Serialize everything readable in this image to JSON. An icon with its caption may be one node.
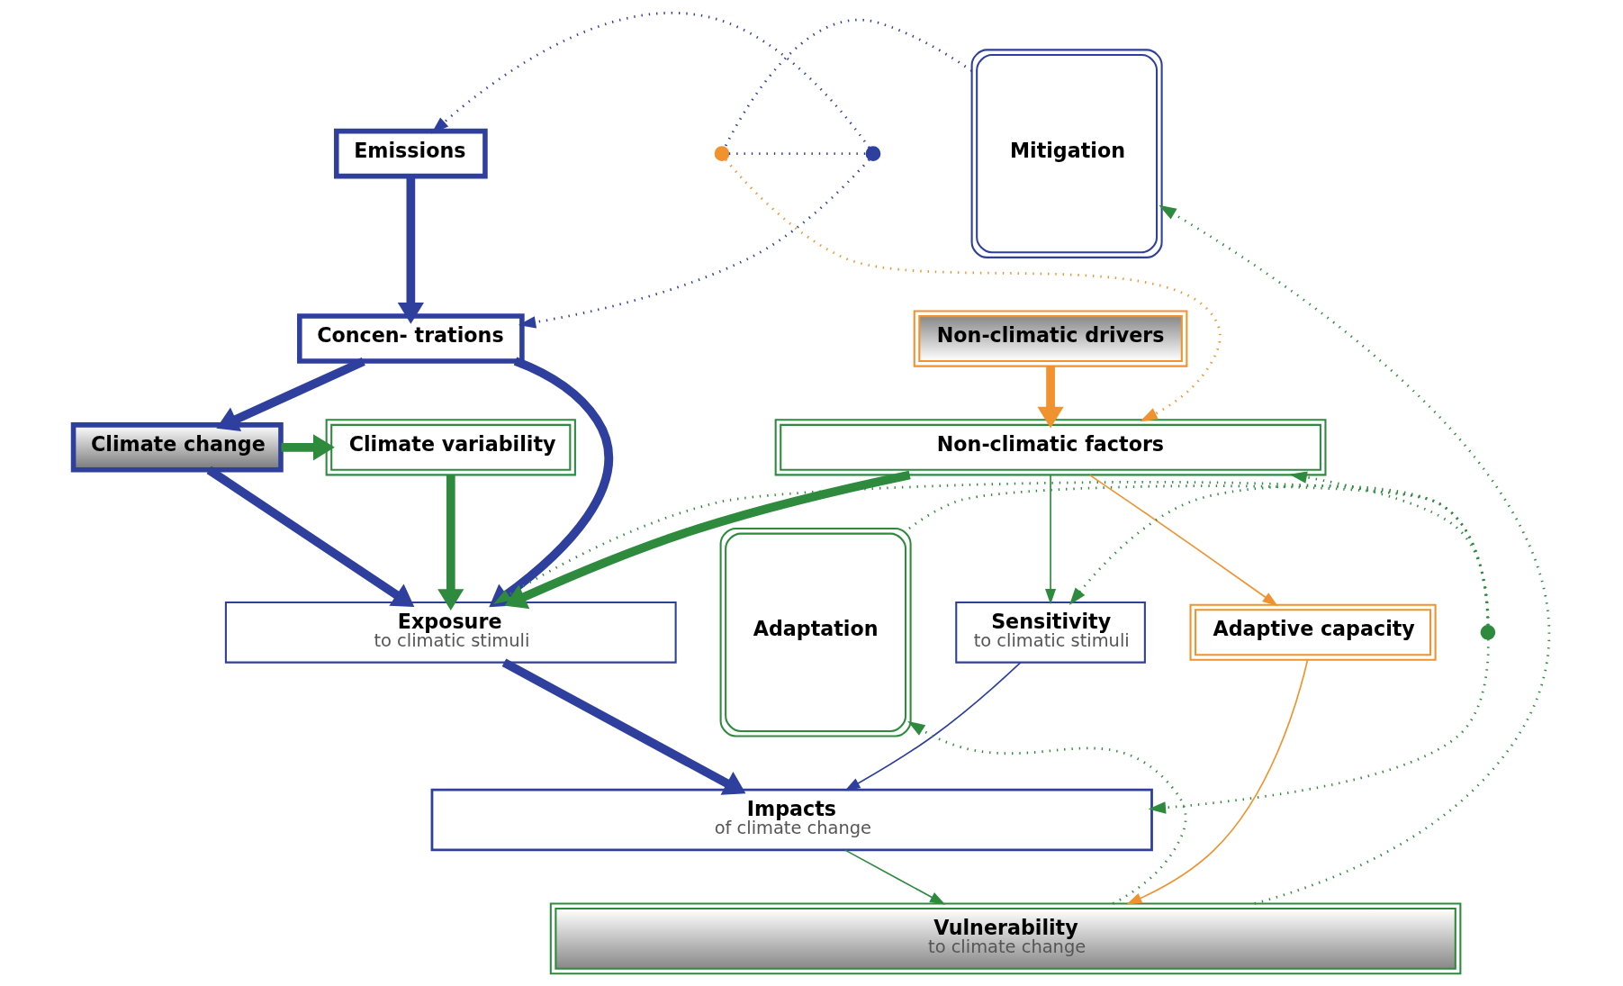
{
  "diagram": {
    "nodes": [
      {
        "text": [
          "Emissions"
        ]
      },
      {
        "text": [
          "Concen- trations"
        ]
      },
      {
        "text": [
          "Climate change"
        ]
      },
      {
        "text": [
          "Climate variability"
        ]
      },
      {
        "text": [
          "Non-climatic drivers"
        ]
      },
      {
        "text": [
          "Non-climatic factors"
        ]
      },
      {
        "text": [
          "Exposure",
          "to climatic stimuli"
        ]
      },
      {
        "text": [
          "Sensitivity",
          "to climatic stimuli"
        ]
      },
      {
        "text": [
          "Adaptive capacity"
        ]
      },
      {
        "text": [
          "Impacts",
          "of climate change"
        ]
      },
      {
        "text": [
          "Vulnerability",
          "to climate change"
        ]
      },
      {
        "text": [
          "Mitigation"
        ]
      },
      {
        "text": [
          "Adaptation"
        ]
      },
      {
        "text": [],
        "shape": "circle"
      },
      {
        "text": [],
        "shape": "circle"
      },
      {
        "text": [],
        "shape": "circle"
      }
    ],
    "edges": [
      {
        "from": 0,
        "to": 1,
        "arrow": "to",
        "style": "thick",
        "color": "#2e3f9e"
      },
      {
        "from": 1,
        "to": 2,
        "arrow": "to",
        "style": "thick",
        "color": "#2e3f9e"
      },
      {
        "from": 1,
        "to": 6,
        "arrow": "to",
        "style": "thick",
        "color": "#2e3f9e"
      },
      {
        "from": 2,
        "to": 3,
        "arrow": "to",
        "style": "thick"
      },
      {
        "from": 2,
        "to": 6,
        "arrow": "to",
        "style": "thick",
        "color": "#2e3f9e"
      },
      {
        "from": 3,
        "to": 6,
        "arrow": "to",
        "style": "thick"
      },
      {
        "from": 5,
        "to": 6,
        "arrow": "to",
        "style": "thick"
      },
      {
        "from": 4,
        "to": 5,
        "arrow": "to",
        "style": "thick",
        "color": "#f0922e"
      },
      {
        "from": 5,
        "to": 7,
        "arrow": "to"
      },
      {
        "from": 5,
        "to": 8,
        "arrow": "to",
        "color": "#f0922e"
      },
      {
        "from": 6,
        "to": 9,
        "arrow": "to",
        "style": "thick",
        "color": "#2e3f9e"
      },
      {
        "from": 7,
        "to": 9,
        "arrow": "to",
        "color": "#2e3f9e"
      },
      {
        "from": 9,
        "to": 10,
        "arrow": "to"
      },
      {
        "from": 8,
        "to": 10,
        "arrow": "to",
        "color": "#f0922e"
      },
      {
        "from": 11,
        "to": 14,
        "arrow": "none",
        "style": "dashed",
        "color": "#2e3f9e"
      },
      {
        "from": 14,
        "to": 13,
        "arrow": "none",
        "style": "dashed",
        "color": "#2e3f9e"
      },
      {
        "from": 13,
        "to": 0,
        "arrow": "to",
        "style": "dashed",
        "color": "#2e3f9e"
      },
      {
        "from": 13,
        "to": 1,
        "arrow": "to",
        "style": "dashed",
        "color": "#2e3f9e"
      },
      {
        "from": 14,
        "to": 5,
        "arrow": "to",
        "style": "dashed",
        "color": "#f0922e"
      },
      {
        "from": 12,
        "to": 15,
        "arrow": "none",
        "style": "dashed"
      },
      {
        "from": 15,
        "to": 6,
        "arrow": "to",
        "style": "dashed"
      },
      {
        "from": 15,
        "to": 7,
        "arrow": "to",
        "style": "dashed"
      },
      {
        "from": 15,
        "to": 5,
        "arrow": "to",
        "style": "dashed"
      },
      {
        "from": 15,
        "to": 9,
        "arrow": "to",
        "style": "dashed"
      },
      {
        "from": 10,
        "to": 11,
        "arrow": "to",
        "style": "dashed"
      },
      {
        "from": 10,
        "to": 12,
        "arrow": "to",
        "style": "dashed"
      }
    ]
  }
}
